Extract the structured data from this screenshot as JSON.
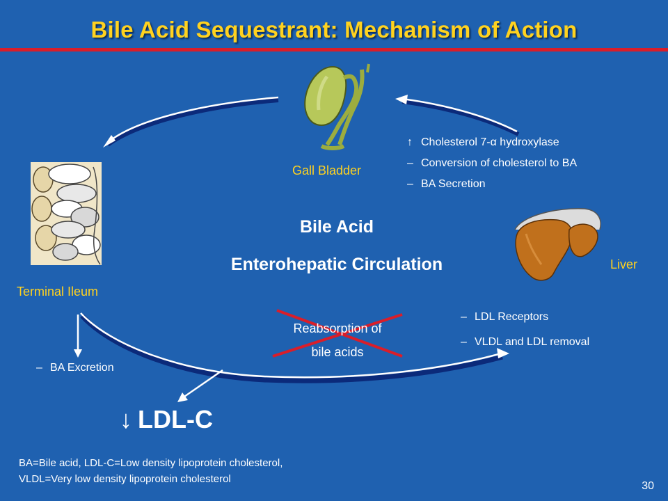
{
  "title": "Bile Acid Sequestrant: Mechanism of Action",
  "organs": {
    "gall_bladder": "Gall Bladder",
    "terminal_ileum": "Terminal Ileum",
    "liver": "Liver"
  },
  "center": {
    "line1": "Bile Acid",
    "line2": "Enterohepatic Circulation"
  },
  "gall_effects": [
    {
      "symbol": "↑",
      "text": "Cholesterol 7-α hydroxylase"
    },
    {
      "symbol": "–",
      "text": "Conversion of cholesterol to BA"
    },
    {
      "symbol": "–",
      "text": "BA Secretion"
    }
  ],
  "liver_effects": [
    {
      "symbol": "–",
      "text": "LDL Receptors"
    },
    {
      "symbol": "–",
      "text": "VLDL and LDL removal"
    }
  ],
  "reabsorption": {
    "line1": "Reabsorption of",
    "line2": "bile acids"
  },
  "ba_excretion": {
    "symbol": "–",
    "text": "BA Excretion"
  },
  "ldl_c": {
    "symbol": "↓",
    "text": "LDL-C"
  },
  "footnote": {
    "line1": "BA=Bile acid, LDL-C=Low density lipoprotein cholesterol,",
    "line2": "VLDL=Very low density lipoprotein cholesterol"
  },
  "page_number": "30",
  "colors": {
    "background": "#1f61b0",
    "title": "#ffd21f",
    "rule": "#d91e2a",
    "arrow_shadow": "#0b2a7a",
    "organ_gall": "#b7c85a",
    "organ_liver": "#c0701c"
  }
}
